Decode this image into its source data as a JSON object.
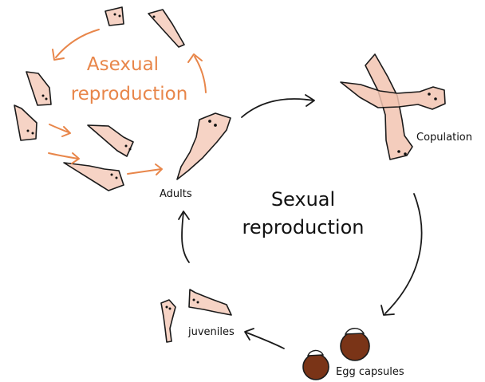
{
  "labels": {
    "asexual_line1": "Asexual",
    "asexual_line2": "reproduction",
    "sexual_line1": "Sexual",
    "sexual_line2": "reproduction",
    "adults": "Adults",
    "copulation": "Copulation",
    "juveniles": "juveniles",
    "egg_capsules": "Egg capsules"
  },
  "colors": {
    "asexual_accent": "#e8864a",
    "worm_fill": "#f6d3c5",
    "egg_fill": "#7a3417",
    "ink": "#1a1a1a"
  }
}
